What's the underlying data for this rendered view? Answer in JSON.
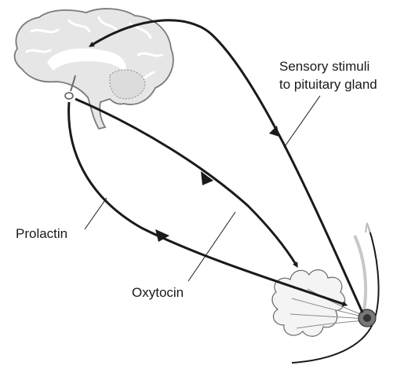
{
  "labels": {
    "sensory_line1": "Sensory stimuli",
    "sensory_line2": "to pituitary gland",
    "prolactin": "Prolactin",
    "oxytocin": "Oxytocin"
  },
  "colors": {
    "ink": "#1a1a1a",
    "brain_fill": "#e6e6e6",
    "brain_stroke": "#7a7a7a",
    "gland_fill": "#f4f4f4",
    "nipple_fill": "#555555"
  }
}
